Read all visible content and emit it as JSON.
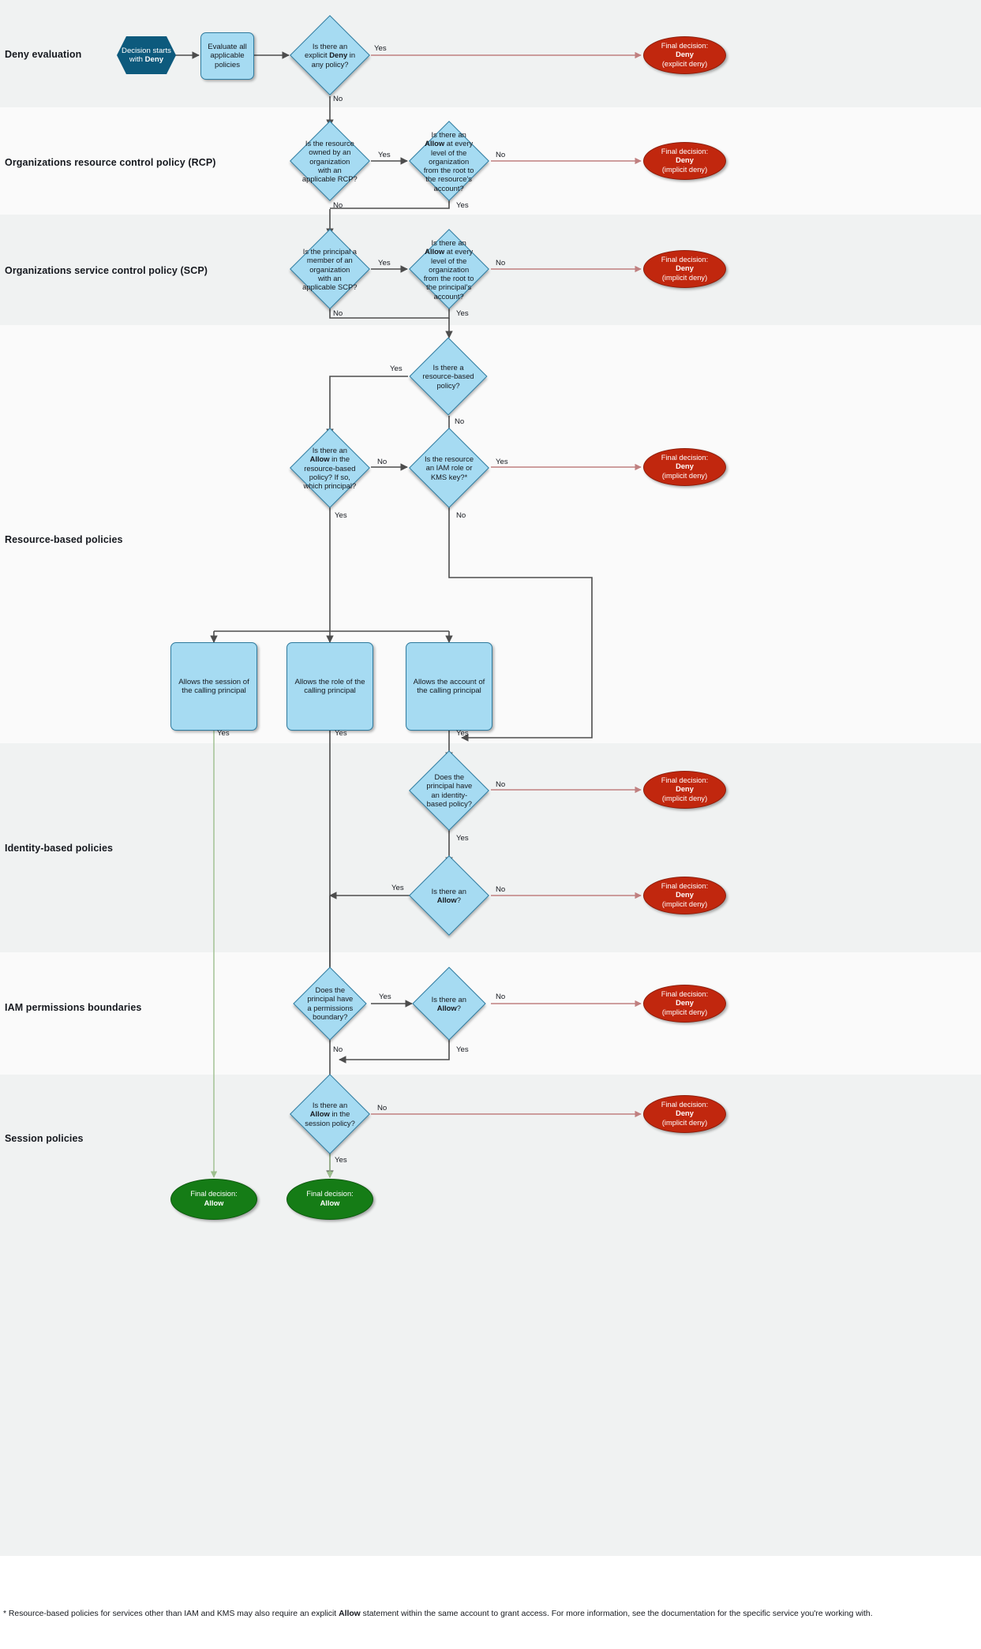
{
  "title": "AWS IAM policy evaluation flowchart",
  "colors": {
    "band_dark": "#f0f2f2",
    "band_light": "#fafafa",
    "decision_fill": "#a6dbf2",
    "decision_stroke": "#2e7a9e",
    "start_fill": "#0d5a7d",
    "deny_fill": "#c1270e",
    "allow_fill": "#157c16",
    "deny_edge": "#c08080",
    "allow_edge": "#9dbf8e",
    "edge": "#4d4d4d"
  },
  "bands": [
    {
      "label": "Deny evaluation"
    },
    {
      "label": "Organizations resource control policy (RCP)"
    },
    {
      "label": "Organizations service control policy (SCP)"
    },
    {
      "label": "Resource-based policies"
    },
    {
      "label": "Identity-based policies"
    },
    {
      "label": "IAM permissions boundaries"
    },
    {
      "label": "Session policies"
    }
  ],
  "nodes": {
    "start": "Decision starts with Deny",
    "start_line1": "Decision starts",
    "start_line2_pre": "with ",
    "start_line2_bold": "Deny",
    "evaluate": "Evaluate all applicable policies",
    "explicit_deny": "Is there an explicit Deny in any policy?",
    "rcp_owned": "Is the resource owned by an organization with an applicable RCP?",
    "rcp_allow": "Is there an Allow at every level of the organization from the root to the resource's account?",
    "scp_member": "Is the principal a member of an organization with an applicable SCP?",
    "scp_allow": "Is there an Allow at every level of the organization from the root to the principal's account?",
    "rbp_exists": "Is there a resource-based policy?",
    "rbp_allow": "Is there an Allow in the resource-based policy? If so, which principal?",
    "iam_role_kms": "Is the resource an IAM role or KMS key?*",
    "allows_session": "Allows the session of the calling principal",
    "allows_role": "Allows the role of the calling principal",
    "allows_account": "Allows the account of the calling principal",
    "has_identity_policy": "Does the principal have an identity-based policy?",
    "identity_allow": "Is there an Allow?",
    "has_perm_boundary": "Does the principal have a permissions boundary?",
    "boundary_allow": "Is there an Allow?",
    "session_allow": "Is there an Allow in the session policy?"
  },
  "terminals": {
    "explicit_deny": {
      "line1": "Final decision:",
      "line2": "Deny",
      "line3": "(explicit deny)"
    },
    "implicit_deny": {
      "line1": "Final decision:",
      "line2": "Deny",
      "line3": "(implicit deny)"
    },
    "allow": {
      "line1": "Final decision:",
      "line2": "Allow"
    }
  },
  "edge_labels": {
    "yes": "Yes",
    "no": "No"
  },
  "footnote": {
    "pre": "* Resource-based policies for services other than IAM and KMS may also require an explicit ",
    "bold": "Allow",
    "post": " statement within the same account to grant access. For more information, see the documentation for the specific service you're working with."
  }
}
